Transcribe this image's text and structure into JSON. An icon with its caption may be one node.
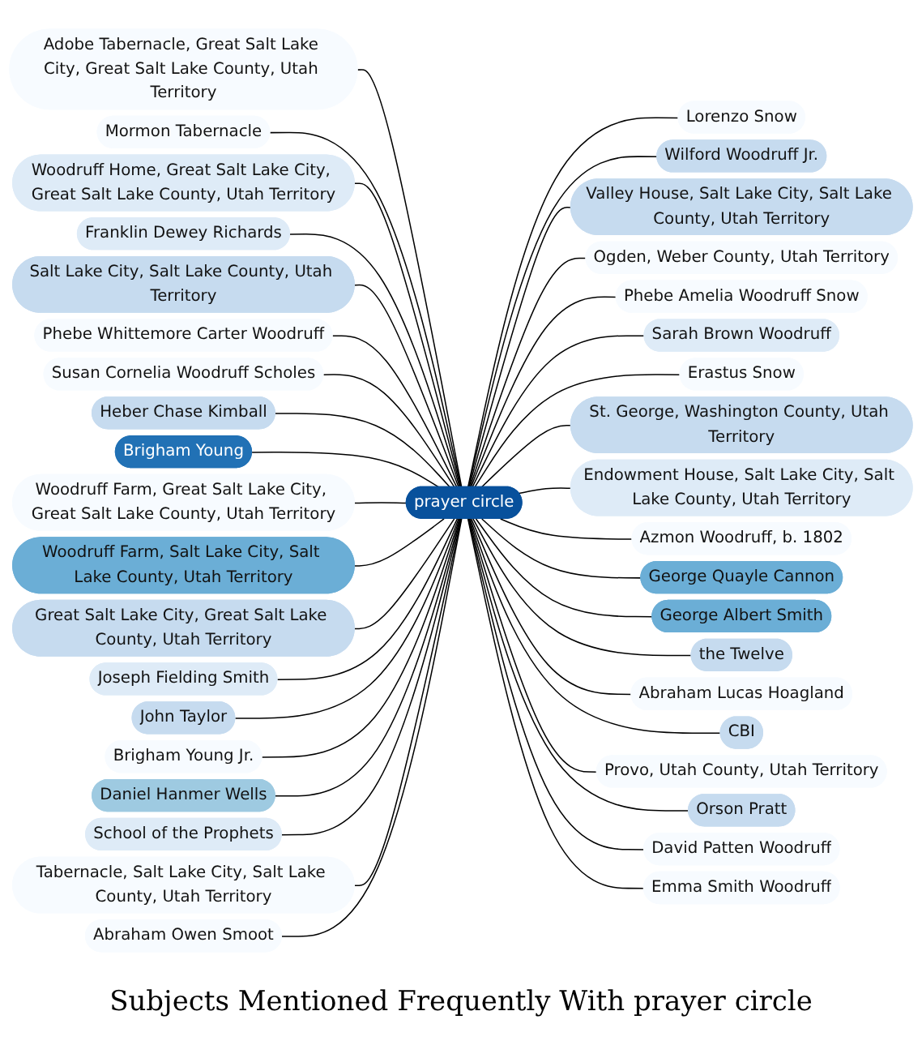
{
  "diagram": {
    "caption": "Subjects Mentioned Frequently With prayer circle",
    "nodes": [
      {
        "text": [
          "Adobe Tabernacle, Great Salt Lake City, Great Salt Lake County, Utah Territory"
        ]
      },
      {
        "text": [
          "Mormon Tabernacle"
        ]
      },
      {
        "text": [
          "Woodruff Home, Great Salt Lake City, Great Salt Lake County, Utah Territory"
        ]
      },
      {
        "text": [
          "Franklin Dewey Richards"
        ]
      },
      {
        "text": [
          "Lorenzo Snow"
        ]
      },
      {
        "text": [
          "Salt Lake City, Salt Lake County, Utah Territory"
        ]
      },
      {
        "text": [
          "Wilford Woodruff Jr."
        ]
      },
      {
        "text": [
          "Valley House, Salt Lake City, Salt Lake County, Utah Territory"
        ]
      },
      {
        "text": [
          "Ogden, Weber County, Utah Territory"
        ]
      },
      {
        "text": [
          "Phebe Whittemore Carter Woodruff"
        ]
      },
      {
        "text": [
          "Phebe Amelia Woodruff Snow"
        ]
      },
      {
        "text": [
          "Susan Cornelia Woodruff Scholes"
        ]
      },
      {
        "text": [
          "Sarah Brown Woodruff"
        ]
      },
      {
        "text": [
          "Heber Chase Kimball"
        ]
      },
      {
        "text": [
          "Brigham Young"
        ]
      },
      {
        "text": [
          "Erastus Snow"
        ]
      },
      {
        "text": [
          "Woodruff Farm, Great Salt Lake City, Great Salt Lake County, Utah Territory"
        ]
      },
      {
        "text": [
          "Woodruff Farm, Salt Lake City, Salt Lake County, Utah Territory"
        ]
      },
      {
        "text": [
          "prayer circle"
        ]
      },
      {
        "text": [
          "St. George, Washington County, Utah Territory"
        ]
      },
      {
        "text": [
          "Endowment House, Salt Lake City, Salt Lake County, Utah Territory"
        ]
      },
      {
        "text": [
          "Great Salt Lake City, Great Salt Lake County, Utah Territory"
        ]
      },
      {
        "text": [
          "Azmon Woodruff, b. 1802"
        ]
      },
      {
        "text": [
          "George Quayle Cannon"
        ]
      },
      {
        "text": [
          "Joseph Fielding Smith"
        ]
      },
      {
        "text": [
          "John Taylor"
        ]
      },
      {
        "text": [
          "George Albert Smith"
        ]
      },
      {
        "text": [
          "the Twelve"
        ]
      },
      {
        "text": [
          "Brigham Young Jr."
        ]
      },
      {
        "text": [
          "Abraham Lucas Hoagland"
        ]
      },
      {
        "text": [
          "Daniel Hanmer Wells"
        ]
      },
      {
        "text": [
          "School of the Prophets"
        ]
      },
      {
        "text": [
          "CBI"
        ]
      },
      {
        "text": [
          "Provo, Utah County, Utah Territory"
        ]
      },
      {
        "text": [
          "Orson Pratt"
        ]
      },
      {
        "text": [
          "Tabernacle, Salt Lake City, Salt Lake County, Utah Territory"
        ]
      },
      {
        "text": [
          "Abraham Owen Smoot"
        ]
      },
      {
        "text": [
          "David Patten Woodruff"
        ]
      },
      {
        "text": [
          "Emma Smith Woodruff"
        ]
      }
    ],
    "edges": [
      {
        "from": 0,
        "to": 18,
        "arrow": "none"
      },
      {
        "from": 1,
        "to": 18,
        "arrow": "none"
      },
      {
        "from": 2,
        "to": 18,
        "arrow": "none"
      },
      {
        "from": 3,
        "to": 18,
        "arrow": "none"
      },
      {
        "from": 18,
        "to": 4,
        "arrow": "none"
      },
      {
        "from": 5,
        "to": 18,
        "arrow": "none"
      },
      {
        "from": 18,
        "to": 6,
        "arrow": "none"
      },
      {
        "from": 18,
        "to": 7,
        "arrow": "none"
      },
      {
        "from": 18,
        "to": 8,
        "arrow": "none"
      },
      {
        "from": 9,
        "to": 18,
        "arrow": "none"
      },
      {
        "from": 18,
        "to": 10,
        "arrow": "none"
      },
      {
        "from": 11,
        "to": 18,
        "arrow": "none"
      },
      {
        "from": 18,
        "to": 12,
        "arrow": "none"
      },
      {
        "from": 13,
        "to": 18,
        "arrow": "none"
      },
      {
        "from": 14,
        "to": 18,
        "arrow": "none"
      },
      {
        "from": 18,
        "to": 15,
        "arrow": "none"
      },
      {
        "from": 16,
        "to": 18,
        "arrow": "none"
      },
      {
        "from": 17,
        "to": 18,
        "arrow": "none"
      },
      {
        "from": 18,
        "to": 19,
        "arrow": "none"
      },
      {
        "from": 18,
        "to": 20,
        "arrow": "none"
      },
      {
        "from": 21,
        "to": 18,
        "arrow": "none"
      },
      {
        "from": 18,
        "to": 22,
        "arrow": "none"
      },
      {
        "from": 18,
        "to": 23,
        "arrow": "none"
      },
      {
        "from": 24,
        "to": 18,
        "arrow": "none"
      },
      {
        "from": 25,
        "to": 18,
        "arrow": "none"
      },
      {
        "from": 18,
        "to": 26,
        "arrow": "none"
      },
      {
        "from": 18,
        "to": 27,
        "arrow": "none"
      },
      {
        "from": 28,
        "to": 18,
        "arrow": "none"
      },
      {
        "from": 18,
        "to": 29,
        "arrow": "none"
      },
      {
        "from": 30,
        "to": 18,
        "arrow": "none"
      },
      {
        "from": 31,
        "to": 18,
        "arrow": "none"
      },
      {
        "from": 18,
        "to": 32,
        "arrow": "none"
      },
      {
        "from": 18,
        "to": 33,
        "arrow": "none"
      },
      {
        "from": 18,
        "to": 34,
        "arrow": "none"
      },
      {
        "from": 35,
        "to": 18,
        "arrow": "none"
      },
      {
        "from": 36,
        "to": 18,
        "arrow": "none"
      },
      {
        "from": 18,
        "to": 37,
        "arrow": "none"
      },
      {
        "from": 18,
        "to": 38,
        "arrow": "none"
      }
    ]
  }
}
